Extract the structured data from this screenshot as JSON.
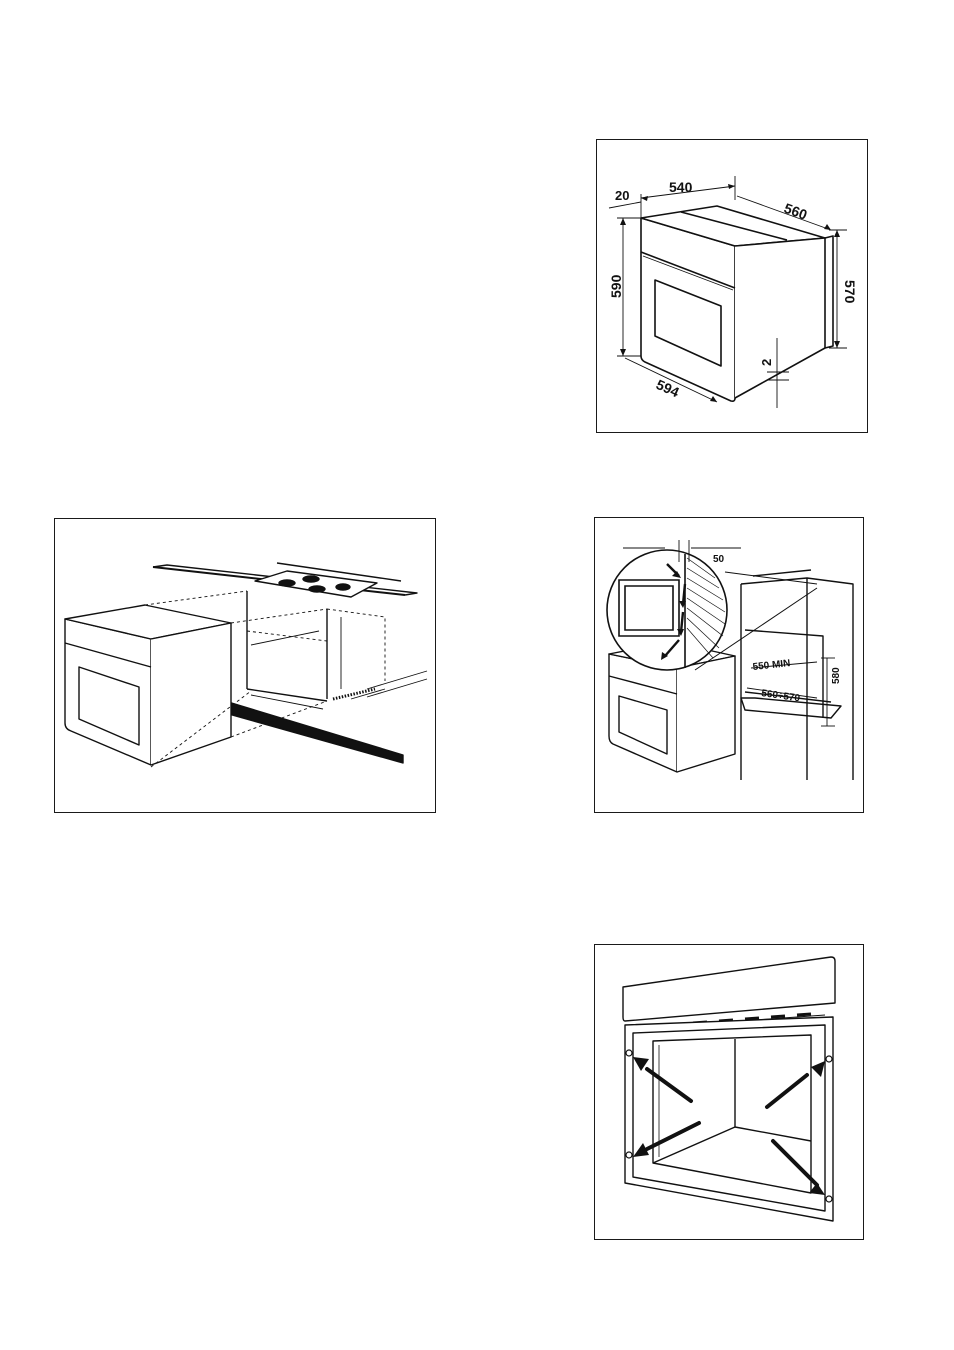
{
  "fig_dimensions": {
    "labels": {
      "d20": "20",
      "d540": "540",
      "d560": "560",
      "d590": "590",
      "d570": "570",
      "d2": "2",
      "d594": "594"
    }
  },
  "fig_cabinet_clearance": {
    "labels": {
      "d50": "50",
      "d550": "550 MIN",
      "d560_570": "560÷570",
      "d580": "580"
    }
  }
}
